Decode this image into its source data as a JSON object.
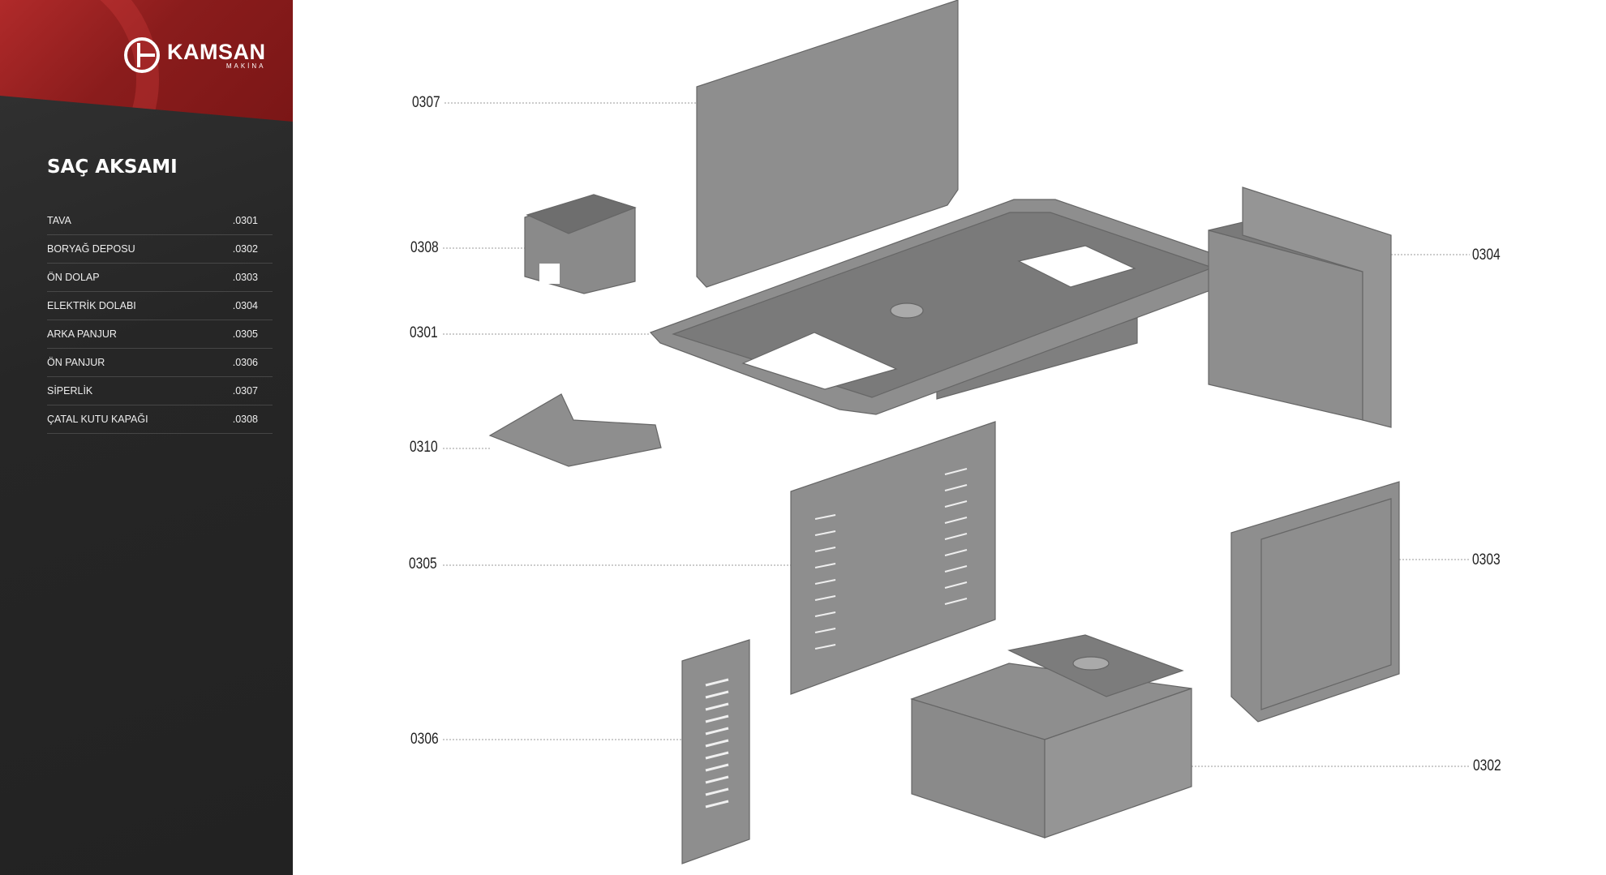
{
  "brand": {
    "name": "KAMSAN",
    "sub": "MAKİNA"
  },
  "sidebar": {
    "title": "SAÇ AKSAMI",
    "items": [
      {
        "label": "TAVA",
        "code": ".0301"
      },
      {
        "label": "BORYAĞ DEPOSU",
        "code": ".0302"
      },
      {
        "label": "ÖN DOLAP",
        "code": ".0303"
      },
      {
        "label": "ELEKTRİK DOLABI",
        "code": ".0304"
      },
      {
        "label": "ARKA PANJUR",
        "code": ".0305"
      },
      {
        "label": "ÖN PANJUR",
        "code": ".0306"
      },
      {
        "label": "SİPERLİK",
        "code": ".0307"
      },
      {
        "label": "ÇATAL KUTU KAPAĞI",
        "code": ".0308"
      }
    ]
  },
  "diagram": {
    "labels": {
      "p0301": "0301",
      "p0302": "0302",
      "p0303": "0303",
      "p0304": "0304",
      "p0305": "0305",
      "p0306": "0306",
      "p0307": "0307",
      "p0308": "0308",
      "p0310": "0310"
    }
  },
  "colors": {
    "accent": "#8a1c1c",
    "sidebar": "#262626",
    "part": "#8e8e8e"
  }
}
